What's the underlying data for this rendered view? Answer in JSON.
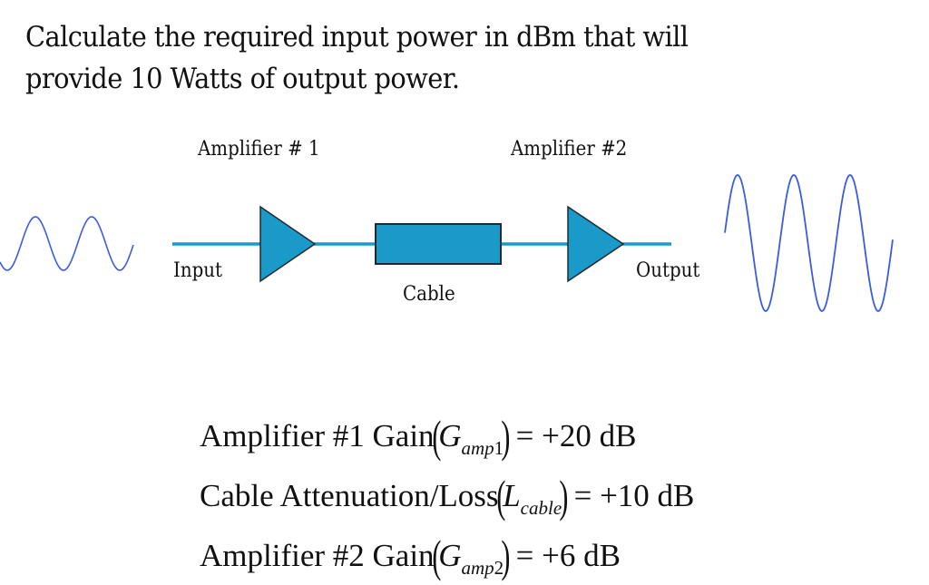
{
  "question": {
    "line1": "Calculate the required input power in dBm that will",
    "line2": "provide 10 Watts of output power."
  },
  "diagram": {
    "labels": {
      "amp1": "Amplifier # 1",
      "amp2": "Amplifier #2",
      "input": "Input",
      "cable": "Cable",
      "output": "Output"
    },
    "colors": {
      "component_fill": "#1a9ac9",
      "component_stroke": "#1e2a30",
      "wire": "#1a9ac9",
      "wave": "#3b5ce0"
    },
    "input_wave": {
      "cycles": 2.3,
      "relative_amplitude": "small"
    },
    "output_wave": {
      "cycles": 3,
      "relative_amplitude": "large"
    }
  },
  "equations": [
    {
      "name": "Amplifier #1 Gain",
      "symbol": "G",
      "subscript": "amp",
      "subscript_num": "1",
      "equals": "=",
      "value": "+20 dB"
    },
    {
      "name": "Cable Attenuation/Loss",
      "symbol": "L",
      "subscript": "cable",
      "subscript_num": "",
      "equals": "=",
      "value": "+10 dB"
    },
    {
      "name": "Amplifier #2 Gain",
      "symbol": "G",
      "subscript": "amp",
      "subscript_num": "2",
      "equals": "=",
      "value": "+6 dB"
    }
  ]
}
